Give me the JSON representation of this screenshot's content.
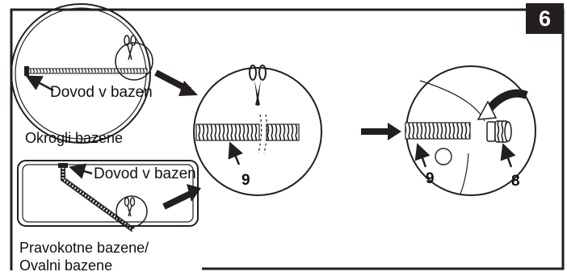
{
  "step_number": "6",
  "labels": {
    "inlet_round": "Dovod v bazen",
    "round_pool": "Okrogli bazene",
    "inlet_rect": "Dovod v bazen",
    "rect_pool_line1": "Pravokotne bazene/",
    "rect_pool_line2": "Ovalni bazene",
    "part_hose_cut": "9",
    "part_hose_connect": "9",
    "part_fitting": "8"
  },
  "colors": {
    "ink": "#231f20",
    "badge_bg": "#231f20",
    "badge_text": "#ffffff",
    "paper": "#ffffff"
  }
}
